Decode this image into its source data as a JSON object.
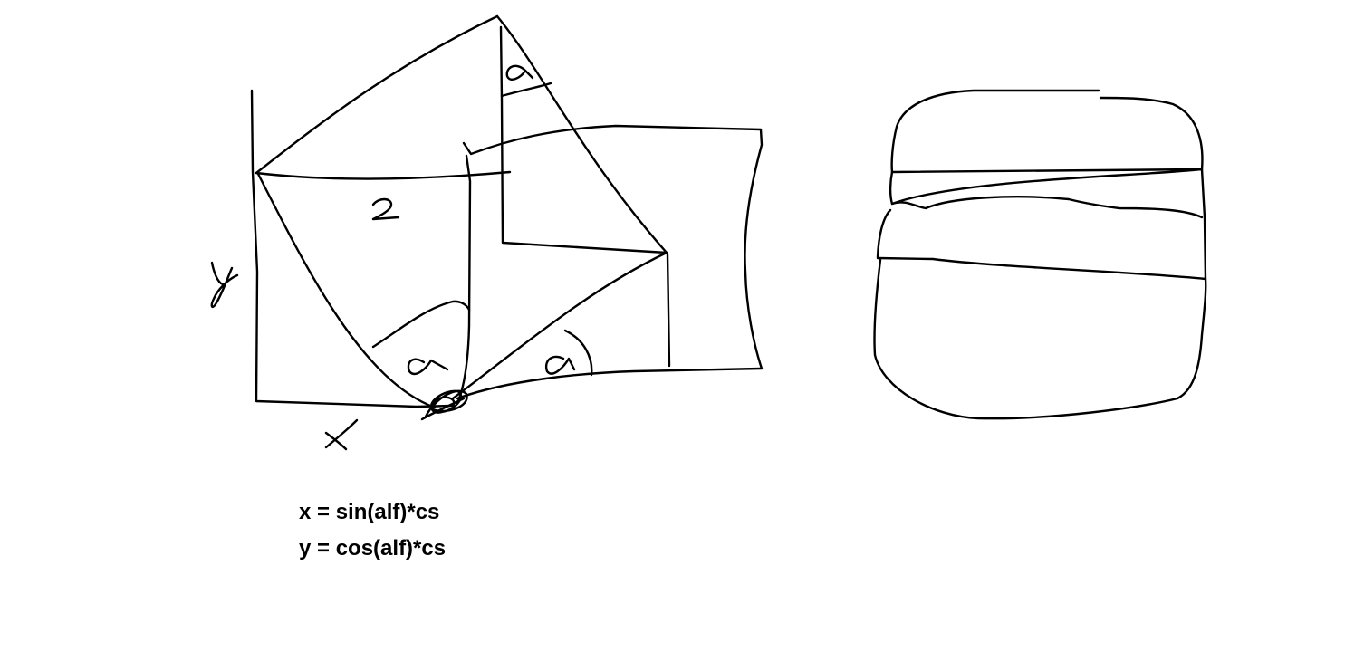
{
  "labels": {
    "side_length": "2",
    "y_axis": "y",
    "x_axis": "X",
    "angle_top": "α",
    "angle_left": "α",
    "angle_right": "α"
  },
  "formulas": {
    "x": "x = sin(alf)*cs",
    "y": "y = cos(alf)*cs"
  },
  "colors": {
    "ink": "#000000",
    "background": "#ffffff"
  }
}
